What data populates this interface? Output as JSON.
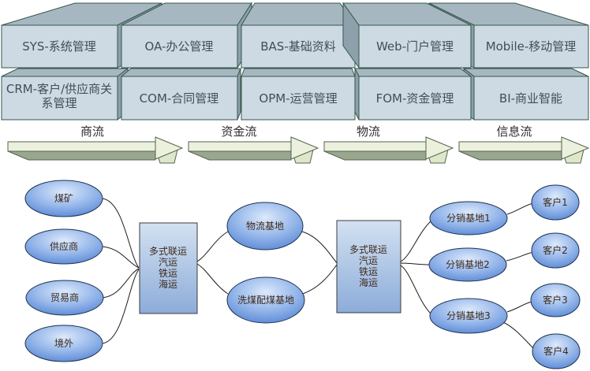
{
  "modules": {
    "row1": [
      "SYS-系统管理",
      "OA-办公管理",
      "BAS-基础资料",
      "Web-门户管理",
      "Mobile-移动管理"
    ],
    "row2": [
      "CRM-客户/供应商关系管理",
      "COM-合同管理",
      "OPM-运营管理",
      "FOM-资金管理",
      "BI-商业智能"
    ],
    "row2_crm_lines": [
      "CRM-客户/供应商关",
      "系管理"
    ]
  },
  "flows": [
    "商流",
    "资金流",
    "物流",
    "信息流"
  ],
  "network": {
    "sources": [
      "煤矿",
      "供应商",
      "贸易商",
      "境外"
    ],
    "hub1_lines": [
      "多式联运",
      "汽运",
      "铁运",
      "海运"
    ],
    "bases": [
      "物流基地",
      "洗煤配煤基地"
    ],
    "hub2_lines": [
      "多式联运",
      "汽运",
      "铁运",
      "海运"
    ],
    "distribution_bases": [
      "分销基地1",
      "分销基地2",
      "分销基地3"
    ],
    "customers": [
      "客户1",
      "客户2",
      "客户3",
      "客户4"
    ]
  },
  "colors": {
    "box_front": "#cdd9e3",
    "box_top": "#a7b7c2",
    "box_side": "#8da0ab",
    "box_border": "#34584a",
    "arrow_top": "#ebf1dc",
    "arrow_side": "#99a78f",
    "node_gradient_light": "#dce9fb",
    "node_gradient_dark": "#4b7ed2",
    "hub_gradient_light": "#d3e1f1",
    "hub_gradient_dark": "#8cacd9",
    "node_text": "#3e2a1b",
    "connector": "#1c1c1c"
  }
}
